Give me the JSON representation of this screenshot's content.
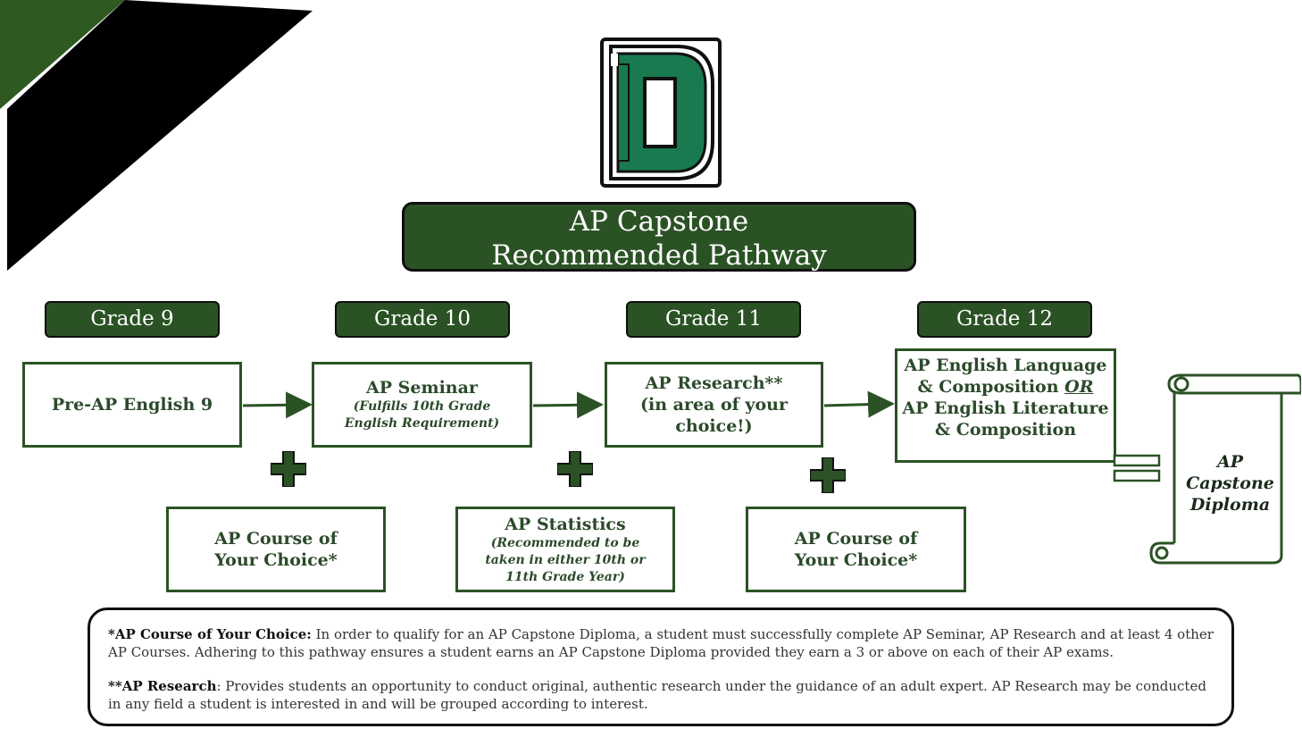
{
  "colors": {
    "primary_green": "#2b5225",
    "dark": "#0f0f0f",
    "accent_green": "#1a7a4f",
    "light_green": "#3f6a2d"
  },
  "logo": {
    "letter": "D",
    "icon": "d-letter-logo-icon"
  },
  "title": {
    "line1": "AP Capstone",
    "line2": "Recommended Pathway"
  },
  "grades": [
    "Grade 9",
    "Grade 10",
    "Grade 11",
    "Grade 12"
  ],
  "courses": {
    "grade9": {
      "main": "Pre-AP English 9"
    },
    "grade10": {
      "main": "AP Seminar",
      "sub": "(Fulfills 10th Grade  English Requirement)"
    },
    "grade11": {
      "main": "AP Research**",
      "main2": "(in area of your choice!)"
    },
    "grade12": {
      "line1": "AP English Language",
      "line2a": "& Composition ",
      "line2_or": "OR",
      "line3": "AP English Literature",
      "line4": "& Composition"
    }
  },
  "electives": {
    "elective1": {
      "main": "AP Course of Your Choice*"
    },
    "elective2": {
      "main": "AP Statistics",
      "sub": "(Recommended to be taken in either 10th or 11th Grade Year)"
    },
    "elective3": {
      "main": "AP Course of Your Choice*"
    }
  },
  "diploma": {
    "line1": "AP",
    "line2": "Capstone",
    "line3": "Diploma"
  },
  "notes": {
    "note1_label": "*AP Course of Your Choice:",
    "note1_text": " In order to qualify for an AP Capstone Diploma, a student must successfully complete AP Seminar, AP Research and at least 4 other AP Courses. Adhering to this pathway ensures a student earns an AP Capstone Diploma provided they earn a 3 or above on each of their AP exams.",
    "note2_label": "**AP Research",
    "note2_text": ": Provides students an opportunity to conduct original, authentic research under the guidance of an adult expert. AP Research may be conducted in any field a student is interested in and will be grouped according to interest."
  }
}
